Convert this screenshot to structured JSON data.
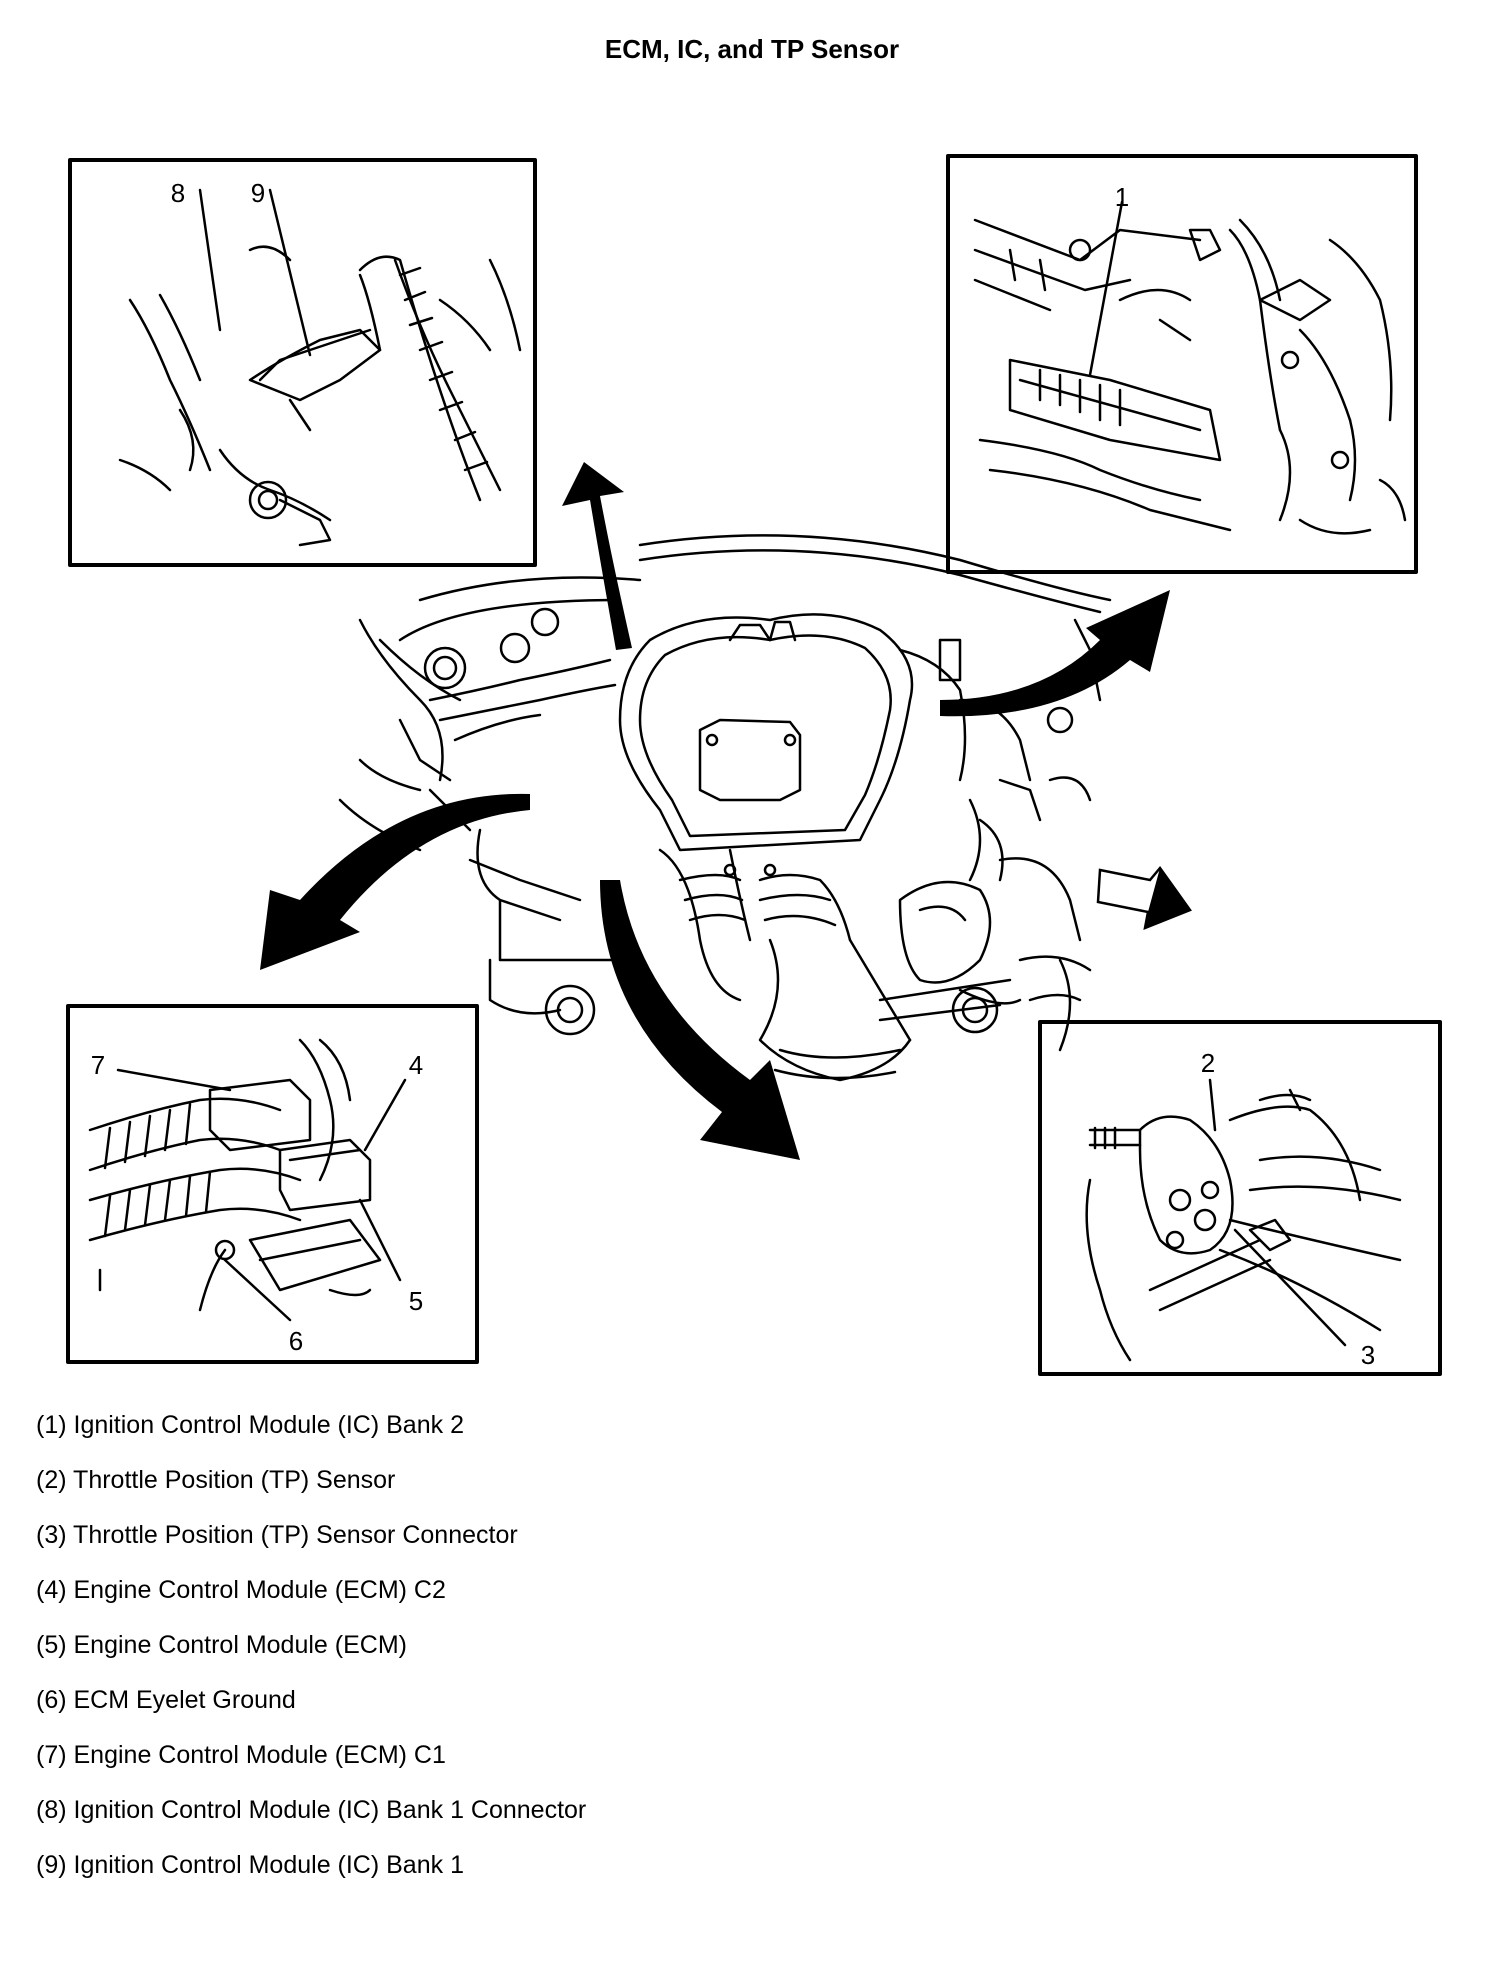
{
  "title": "ECM, IC, and TP Sensor",
  "callouts": {
    "c1": "1",
    "c2": "2",
    "c3": "3",
    "c4": "4",
    "c5": "5",
    "c6": "6",
    "c7": "7",
    "c8": "8",
    "c9": "9"
  },
  "legend": [
    "(1) Ignition Control Module (IC) Bank 2",
    "(2) Throttle Position (TP) Sensor",
    "(3) Throttle Position (TP) Sensor Connector",
    "(4) Engine Control Module (ECM) C2",
    "(5) Engine Control Module (ECM)",
    "(6) ECM Eyelet Ground",
    "(7) Engine Control Module (ECM) C1",
    "(8) Ignition Control Module (IC) Bank 1 Connector",
    "(9) Ignition Control Module (IC) Bank 1"
  ]
}
